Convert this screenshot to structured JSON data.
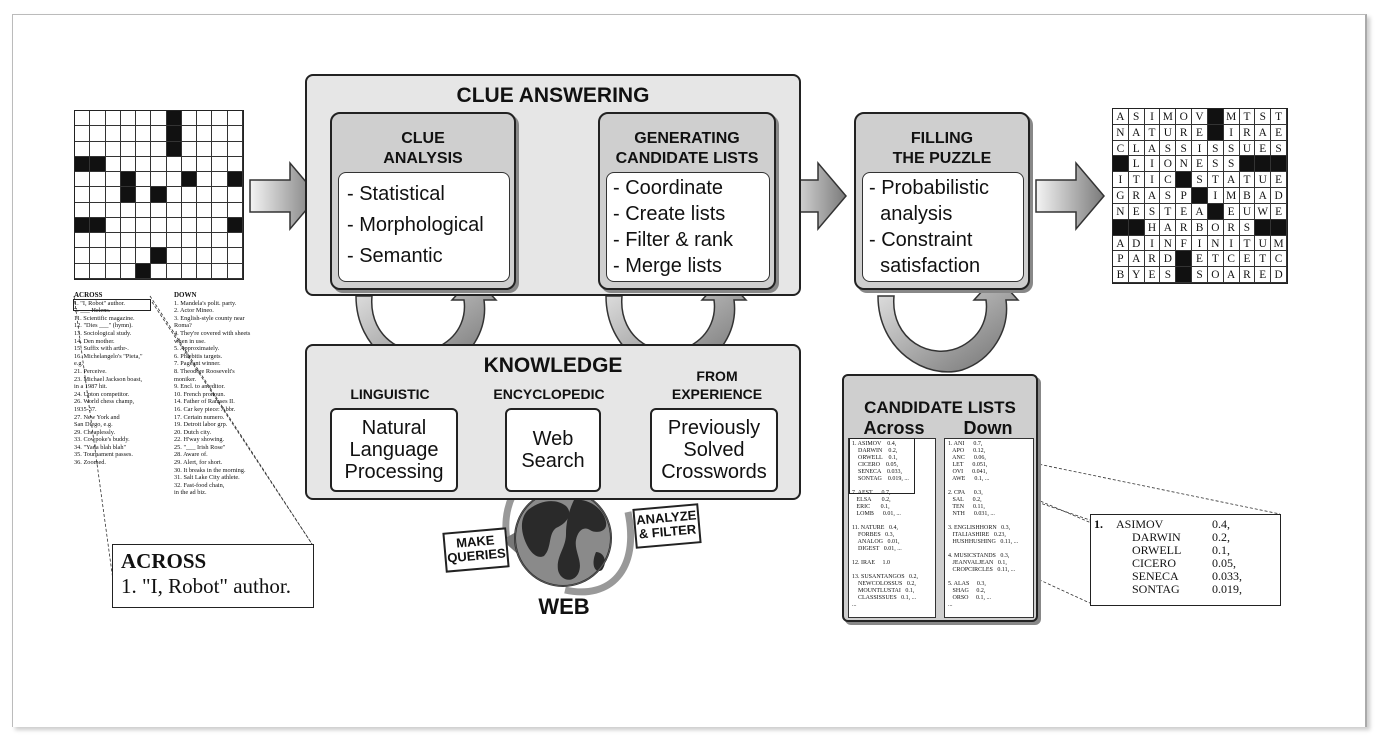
{
  "clue_answering": {
    "title": "CLUE ANSWERING",
    "clue_analysis": {
      "title_1": "CLUE",
      "title_2": "ANALYSIS",
      "items": [
        "- Statistical",
        "- Morphological",
        "- Semantic"
      ]
    },
    "generating": {
      "title_1": "GENERATING",
      "title_2": "CANDIDATE LISTS",
      "items": [
        "- Coordinate",
        "- Create lists",
        "- Filter & rank",
        "- Merge lists"
      ]
    }
  },
  "filling": {
    "title_1": "FILLING",
    "title_2": "THE PUZZLE",
    "items": [
      "- Probabilistic",
      "  analysis",
      "- Constraint",
      "  satisfaction"
    ]
  },
  "knowledge": {
    "title": "KNOWLEDGE",
    "linguistic": {
      "header": "LINGUISTIC",
      "body_1": "Natural",
      "body_2": "Language",
      "body_3": "Processing"
    },
    "encyclopedic": {
      "header": "ENCYCLOPEDIC",
      "body_1": "Web",
      "body_2": "Search"
    },
    "experience": {
      "header_1": "FROM",
      "header_2": "EXPERIENCE",
      "body_1": "Previously",
      "body_2": "Solved",
      "body_3": "Crosswords"
    }
  },
  "web": {
    "label": "WEB",
    "make_1": "MAKE",
    "make_2": "QUERIES",
    "analyze_1": "ANALYZE",
    "analyze_2": "& FILTER"
  },
  "callout_across": {
    "heading": "ACROSS",
    "clue": "1. \"I, Robot\" author."
  },
  "candidate_lists": {
    "title": "CANDIDATE LISTS",
    "across_label": "Across",
    "down_label": "Down",
    "across_text": "1. ASIMOV    0.4,\n    DARWIN    0.2,\n    ORWELL    0.1,\n    CICERO    0.05,\n    SENECA    0.033,\n    SONTAG    0.019, ...\n\n7. AEST      0.7,\n   ELSA       0.2,\n   ERIC       0.1,\n   LOMB      0.01, ...\n\n11. NATURE   0.4,\n    FORBES   0.3,\n    ANALOG   0.01,\n    DIGEST   0.01, ...\n\n12. IRAE     1.0\n\n13. SUSANTANGOS   0.2,\n    NEWCOLOSSUS   0.2,\n    MOUNTLUSTAI   0.1,\n    CLASSISSUES   0.1, ...\n...",
    "down_text": "1. ANI      0.7,\n   APO      0.12,\n   ANC      0.06,\n   LET      0.051,\n   OVI      0.041,\n   AWE      0.1, ...\n\n2. CPA      0.3,\n   SAL      0.2,\n   TEN      0.11,\n   NTH      0.031, ...\n\n3. ENGLISHHORN   0.3,\n   ITALIASHIRE   0.23,\n   HUSHHUSHING   0.11, ...\n\n4. MUSICSTANDS   0.3,\n   JEANVALJEAN   0.1,\n   CROPCIRCLES   0.11, ...\n\n5. ALAS     0.3,\n   SHAG     0.2,\n   ORSO     0.1, ...\n..."
  },
  "zoom_list": {
    "number": "1.",
    "rows": [
      {
        "word": "ASIMOV",
        "score": "0.4,"
      },
      {
        "word": "DARWIN",
        "score": "0.2,"
      },
      {
        "word": "ORWELL",
        "score": "0.1,"
      },
      {
        "word": "CICERO",
        "score": "0.05,"
      },
      {
        "word": "SENECA",
        "score": "0.033,"
      },
      {
        "word": "SONTAG",
        "score": "0.019,"
      }
    ],
    "more": "…"
  },
  "clues": {
    "across_heading": "ACROSS",
    "down_heading": "DOWN",
    "across": [
      "1. \"I, Robot\" author.",
      "7. ___ Helens.",
      "11. Scientific magazine.",
      "12. \"Dies ___\" (hymn).",
      "13. Sociological study.",
      "14. Den mother.",
      "15. Suffix with arthr-.",
      "16. Michelangelo's \"Pieta,\"",
      "    e.g.",
      "21. Perceive.",
      "23. Michael Jackson boast,",
      "    in a 1987 hit.",
      "24. Upton competitor.",
      "26. World chess champ,",
      "    1935-37.",
      "27. New York and",
      "    San Diego, e.g.",
      "29. Cheaplessly.",
      "33. Cowpoke's buddy.",
      "34. \"Yada blah blah\"",
      "35. Tournament passes.",
      "36. Zoomed."
    ],
    "down": [
      "1. Mandela's polit. party.",
      "2. Actor Mineo.",
      "3. English-style county near",
      "    Roma?",
      "4. They're covered with sheets",
      "    when in use.",
      "5. Approximately.",
      "6. Phlebitis targets.",
      "7. Pageant winner.",
      "8. Theodore Roosevelt's",
      "    moniker.",
      "9. Encl. to an editor.",
      "10. French pronoun.",
      "14. Father of Ramses II.",
      "16. Car key piece: Abbr.",
      "17. Certain numero.",
      "19. Detroit labor grp.",
      "20. Dutch city.",
      "22. H'way showing.",
      "25. \"___ Irish Rose\"",
      "28. Aware of.",
      "29. Alert, for short.",
      "30. It breaks in the morning.",
      "31. Salt Lake City athlete.",
      "32. Fast-food chain,",
      "    in the ad biz."
    ]
  },
  "solved_grid": [
    "ASIMOV#MTST",
    "NATURE#IRAE",
    "CLASSISSUES",
    "#LIONESS###",
    "ITIC#STATUE",
    "GRASP#IMBAD",
    "NESTEA#EUWE",
    "##HARBORS##",
    "ADINFINITUM",
    "PARD#ETCETC",
    "BYES#SOARED"
  ],
  "empty_grid": [
    "......#....",
    "......#....",
    "......#....",
    "##.........",
    "...#...#..#",
    "...#.#.....",
    "...........",
    "##........#",
    "...........",
    ".....#.....",
    "....#......"
  ]
}
